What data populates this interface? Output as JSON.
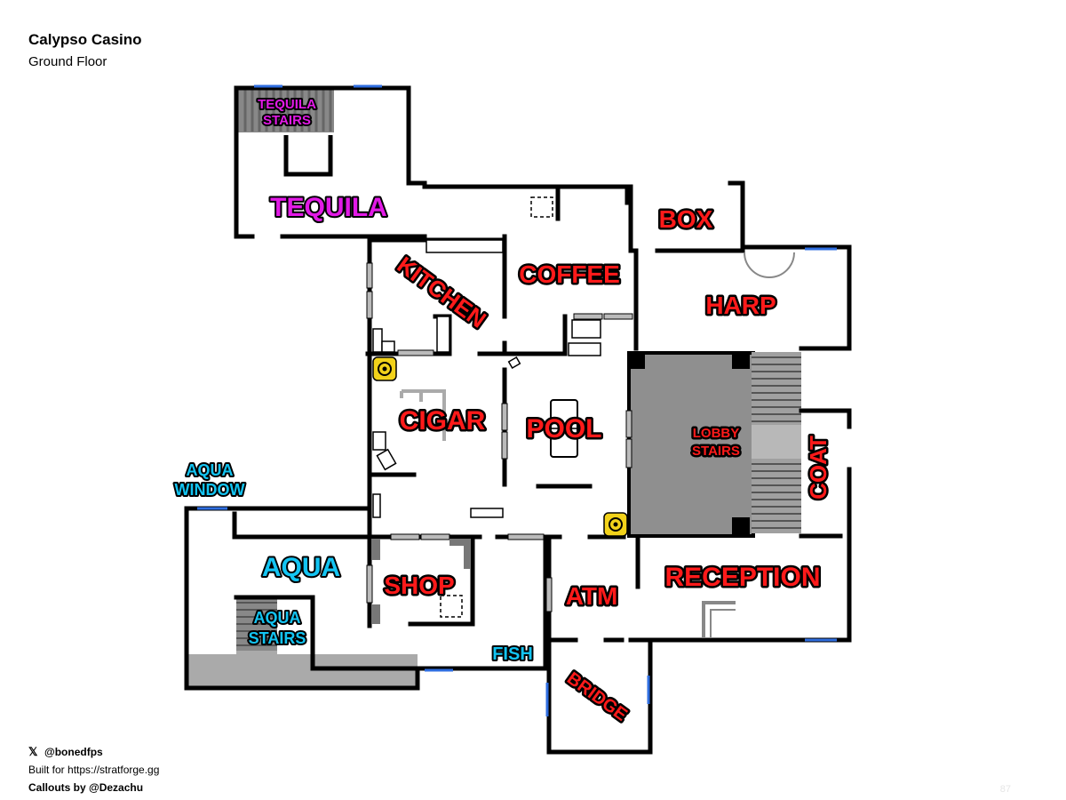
{
  "map": {
    "title": "Calypso Casino",
    "floor": "Ground Floor"
  },
  "colors": {
    "wall": "#000000",
    "window": "#2f6ee0",
    "stairs": "#8c8c8c",
    "floor_fill": "#aaaaaa",
    "callout_red": "#ff1a1a",
    "callout_magenta": "#e21ae6",
    "callout_cyan": "#13c4f2",
    "objective_yellow": "#f2d21a"
  },
  "callouts": {
    "tequila_stairs": "TEQUILA STAIRS",
    "tequila_stairs_1": "TEQUILA",
    "tequila_stairs_2": "STAIRS",
    "tequila": "TEQUILA",
    "box": "BOX",
    "kitchen": "KITCHEN",
    "coffee": "COFFEE",
    "harp": "HARP",
    "cigar": "CIGAR",
    "pool": "POOL",
    "lobby_stairs_1": "LOBBY",
    "lobby_stairs_2": "STAIRS",
    "coat": "COAT",
    "aqua_window_1": "AQUA",
    "aqua_window_2": "WINDOW",
    "aqua": "AQUA",
    "shop": "SHOP",
    "atm": "ATM",
    "reception": "RECEPTION",
    "aqua_stairs_1": "AQUA",
    "aqua_stairs_2": "STAIRS",
    "fish": "FISH",
    "bridge": "BRIDGE"
  },
  "markers": [
    {
      "name": "objective-marker-cigar",
      "icon": "objective-icon"
    },
    {
      "name": "objective-marker-lobby",
      "icon": "objective-icon"
    }
  ],
  "footer": {
    "social_icon": "x-icon",
    "handle": "@bonedfps",
    "built_for": "Built for https://stratforge.gg",
    "callouts_by": "Callouts by @Dezachu"
  },
  "corner_mark": "87"
}
